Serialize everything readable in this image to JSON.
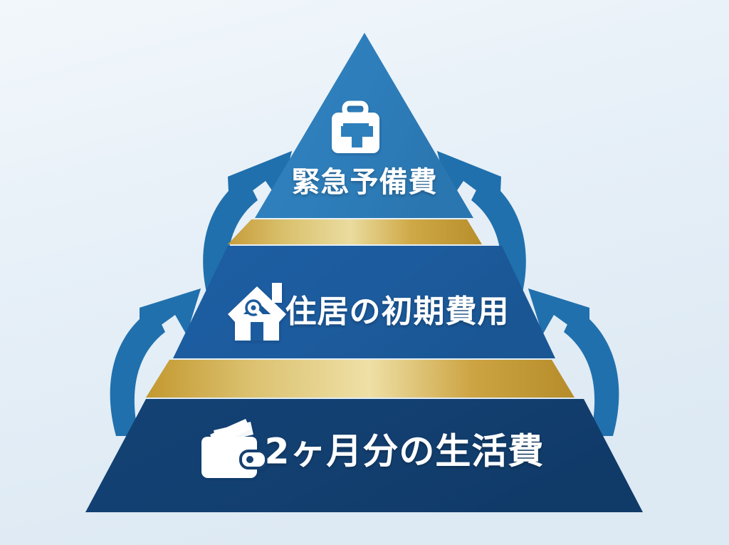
{
  "document": {
    "type": "pyramid-infographic",
    "title": "",
    "language": "ja",
    "background_color": "#e8f1f8"
  },
  "palette": {
    "background_top": "#eef5fa",
    "background_bottom": "#dfeaf4",
    "tier_top": "#2e80bd",
    "tier_middle": "#1c5c9e",
    "tier_bottom": "#123f70",
    "divider_gold_dark": "#c09433",
    "divider_gold_light": "#ead79a",
    "arrow_blue": "#2070ad",
    "text_white": "#ffffff"
  },
  "pyramid": {
    "tiers": [
      {
        "id": "tier-top",
        "level": 1,
        "label": "緊急予備費",
        "icon": "first-aid-kit-icon",
        "fill": "#2e80bd"
      },
      {
        "id": "tier-middle",
        "level": 2,
        "label": "住居の初期費用",
        "icon": "house-key-icon",
        "fill": "#1c5c9e"
      },
      {
        "id": "tier-bottom",
        "level": 3,
        "label": "2ヶ月分の生活費",
        "icon": "wallet-icon",
        "fill": "#123f70"
      }
    ],
    "dividers": [
      {
        "id": "divider-upper",
        "style": "gold-band"
      },
      {
        "id": "divider-lower",
        "style": "gold-band"
      }
    ]
  },
  "arrows": [
    {
      "id": "arrow-left-upper",
      "direction": "up-right",
      "side": "left"
    },
    {
      "id": "arrow-left-lower",
      "direction": "up-right",
      "side": "left"
    },
    {
      "id": "arrow-right-upper",
      "direction": "up-left",
      "side": "right"
    },
    {
      "id": "arrow-right-lower",
      "direction": "up-left",
      "side": "right"
    }
  ]
}
